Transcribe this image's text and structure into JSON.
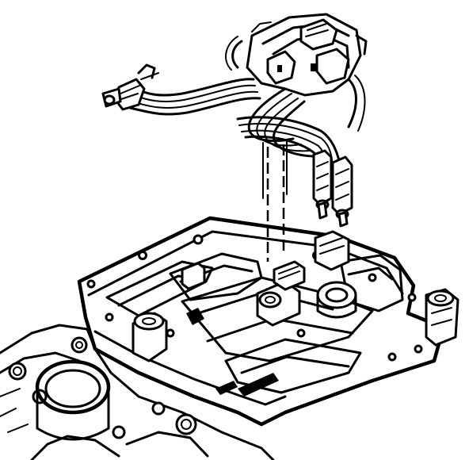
{
  "diagram": {
    "type": "line-art",
    "parts": [
      "harness-connector",
      "wiring-harness",
      "terminal-leads",
      "valve-body",
      "solenoid",
      "case"
    ],
    "colors": {
      "ink": "#000000",
      "paper": "#ffffff"
    }
  }
}
